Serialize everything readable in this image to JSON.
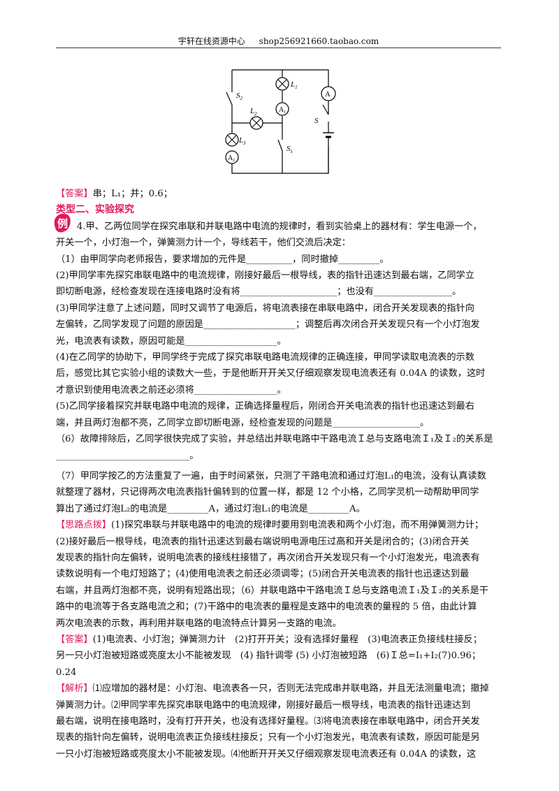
{
  "header": {
    "left": "宇轩在线资源中心",
    "right": "shop256921660.taobao.com"
  },
  "circuit": {
    "labels": {
      "S2": "S",
      "S2sub": "2",
      "L1": "L",
      "L1sub": "1",
      "L2": "L",
      "L2sub": "2",
      "L3": "L",
      "L3sub": "3",
      "S1": "S",
      "S1sub": "1",
      "S": "S",
      "A": "A",
      "A1": "A",
      "A1sub": "1",
      "A2": "A",
      "A2sub": "2"
    }
  },
  "answer1": {
    "tag": "【答案】",
    "text": "串；L₁；并；0.6；"
  },
  "type_title": "类型二、实验探究",
  "badge": "例",
  "question": [
    "4.甲、乙两位同学在探究串联和并联电路中电流的规律时，看到实验桌上的器材有：学生电源一个，",
    "开关一个，小灯泡一个，弹簧测力计一个，导线若干，他们交流后决定：",
    "（1）由甲同学向老师报告，要求增加的元件是__________，同时撤掉_________。",
    "(2)甲同学率先探究串联电路中的电流规律，刚接好最后一根导线，表的指针迅速达到最右端，乙同学立",
    "即切断电源，经检查发现在连接电路时没有将_____________________；也没有_________________。",
    "(3)甲同学注意了上述问题，同时又调节了电源后，将电流表接在串联电路中，闭合开关发现表的指针向",
    "左偏转，乙同学发现了问题的原因是____________________；调整后再次闭合开关发现只有一个小灯泡发",
    "光，电流表有读数，原因可能是____________________。",
    "(4)在乙同学的协助下，甲同学终于完成了探究串联电路电流规律的正确连接，甲同学读取电流表的示数",
    "后，感觉比其它实验小组的读数大一些，于是他断开开关又仔细观察发现电流表还有 0.04A 的读数，这时",
    "才意识到使用电流表之前还必须将__________________。",
    "(5)乙同学接着探究并联电路中电流的规律，正确选择量程后，刚闭合开关电流表的指针也迅速达到最右",
    "端，并且两灯泡都不亮，乙同学立即切断电源，经检查发现的问题是___________________。",
    "（6）故障排除后，乙同学很快完成了实验，并总结出并联电路中干路电流Ｉ总与支路电流Ｉ₁及Ｉ₂的关系是",
    "_____________________________。",
    "（7）甲同学按乙的方法重复了一遍，由于时间紧张，只测了干路电流和通过灯泡L₁的电流，没有认真读数",
    "就整理了器材，只记得两次电流表指针偏转到的位置一样，都是 12 个小格，乙同学灵机一动帮助甲同学",
    "算出了通过灯泡L₂的电流是_________A，通过灯泡L₁的电流是_________A。"
  ],
  "hint": {
    "tag": "【思路点拨】",
    "lines": [
      "(1)探究串联与并联电路中的电流的规律时要用到电流表和两个小灯泡，而不用弹簧测力计；",
      "(2)接好最后一根导线，电流表的指针迅速达到最右端说明电源电压过高和开关是闭合的；(3)闭合开关",
      "发现表的指针向左偏转，说明电流表的接线柱接错了，再次闭合开关发现只有一个小灯泡发光，电流表有",
      "读数说明有一个电灯短路了；(4)使用电流表之前还必须调零；(5)闭合开关电流表的指针也迅速达到最",
      "右端，并且两灯泡都不亮，说明有短路出现；（6）并联电路中干路电流Ｉ总与支路电流Ｉ₁及Ｉ₂的关系是干",
      "路中的电流等于各支路电流之和；(7)干路中的电流表的量程是支路中的电流表的量程的 5 倍，由此计算",
      "两次电流表的示数，再利用并联电路的电流特点计算另一支路的电流。"
    ]
  },
  "answer2": {
    "tag": "【答案】",
    "lines": [
      "(1)电流表、小灯泡；弹簧测力计　(2)打开开关；没有选择好量程　(3)电流表正负接线柱接反；",
      "另一只小灯泡被短路或亮度太小不能被发现　(4) 指针调零 (5) 小灯泡被短路　(6)Ｉ总=I₁+I₂(7)0.96；",
      "0.24"
    ]
  },
  "analysis": {
    "tag": "【解析】",
    "lines": [
      "⑴应增加的器材是：小灯泡、电流表各一只，否则无法完成串并联电路，并且无法测量电流；撤掉",
      "弹簧测力计。⑵甲同学率先探究串联电路中的电流规律，刚接好最后一根导线，电流表的指针迅速达到",
      "最右端，说明在接电路时，没有打开开关，也没有选择好量程。⑶将电流表接在串联电路中，闭合开关发",
      "现表的指针向左偏转，说明电流表正负接线柱接反；只有一个小灯泡发光，电流表有读数，原因可能是另",
      "一只小灯泡被短路或亮度太小不能被发现。⑷他断开开关又仔细观察发现电流表还有 0.04A 的读数，这"
    ]
  }
}
